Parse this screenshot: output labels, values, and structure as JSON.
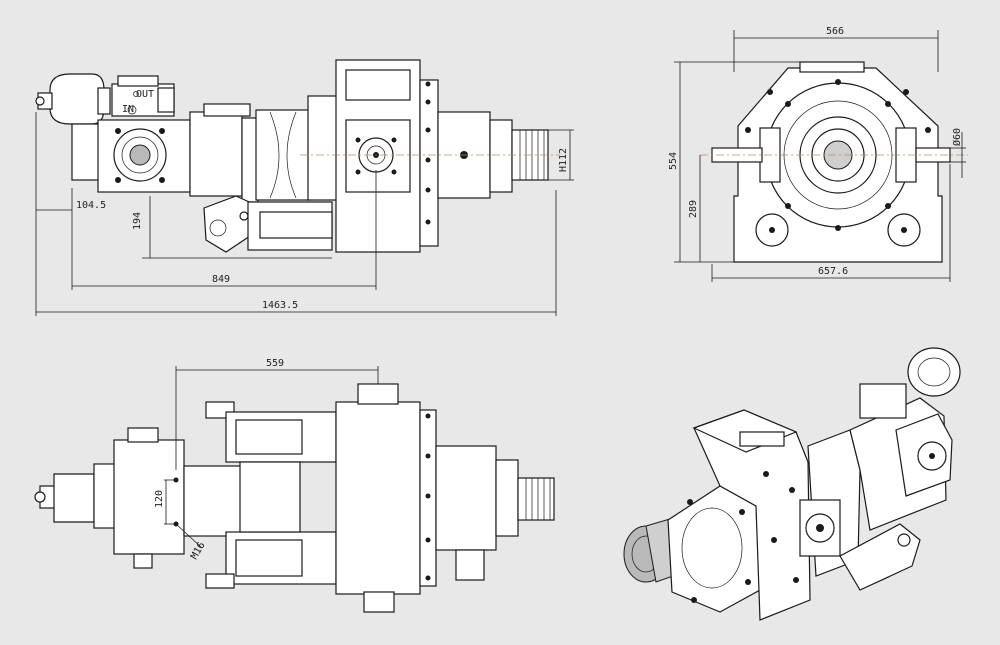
{
  "dimensions": {
    "top_view": {
      "d104": "104.5",
      "d194": "194",
      "d849": "849",
      "d1463": "1463.5",
      "h112": "H112"
    },
    "end_view": {
      "d566": "566",
      "d554": "554",
      "d289": "289",
      "d657": "657.6",
      "d60": "Ø60"
    },
    "side_view": {
      "d559": "559",
      "d120": "120",
      "m16": "M16"
    }
  },
  "labels": {
    "out": "OUT",
    "in": "IN"
  },
  "colors": {
    "background": "#e8e8e8",
    "line": "#1a1a1a",
    "centerline": "#b5866b"
  }
}
